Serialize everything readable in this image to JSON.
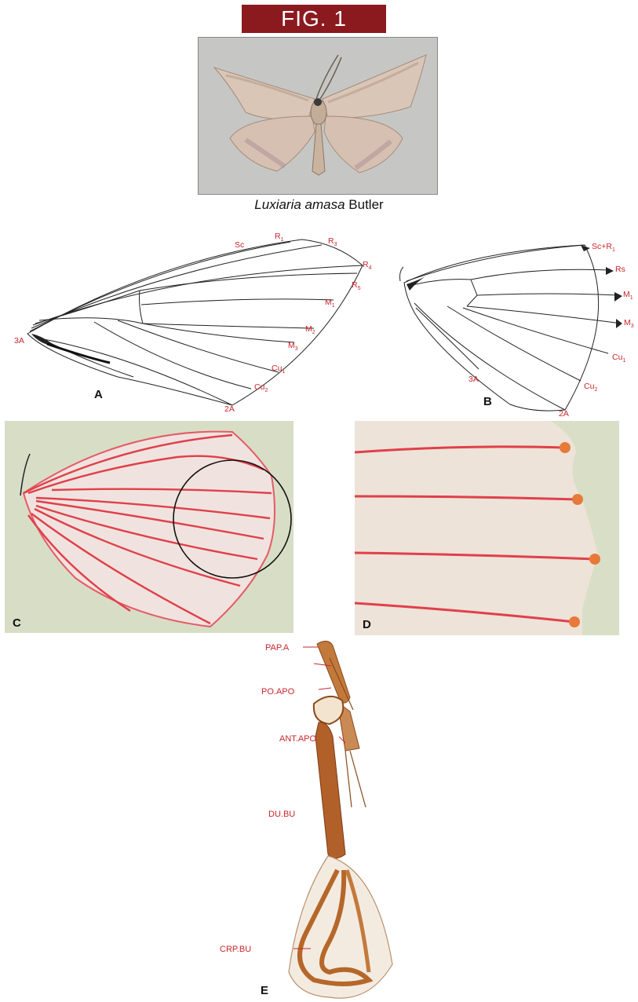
{
  "figure": {
    "title": "FIG. 1"
  },
  "caption": {
    "italic": "Luxiaria amasa",
    "plain": " Butler"
  },
  "panels": {
    "A": "A",
    "B": "B",
    "C": "C",
    "D": "D",
    "E": "E"
  },
  "forewing_labels": {
    "sc": "Sc",
    "r1": "R",
    "r3": "R",
    "r4": "R",
    "r5": "R",
    "m1": "M",
    "m2": "M",
    "m3": "M",
    "cu1": "Cu",
    "cu2": "Cu",
    "a2": "2A",
    "a3": "3A",
    "sub1": "1",
    "sub3": "3",
    "sub4": "4",
    "sub5": "5",
    "sub2": "2"
  },
  "hindwing_labels": {
    "scr1": "Sc+R",
    "rs": "Rs",
    "m1": "M",
    "m3": "M",
    "cu1": "Cu",
    "cu2": "Cu",
    "a2": "2A",
    "a3": "3A",
    "sub1": "1",
    "sub3": "3",
    "sub2": "2"
  },
  "genitalia_labels": {
    "pap": "PAP.A",
    "po": "PO.APO",
    "ant": "ANT.APO",
    "du": "DU.BU",
    "crp": "CRP.BU"
  },
  "colors": {
    "title_bg": "#8b1a1f",
    "label_red": "#c8262c",
    "vein_red": "#e0404a",
    "genitalia_brown": "#a8561c"
  }
}
